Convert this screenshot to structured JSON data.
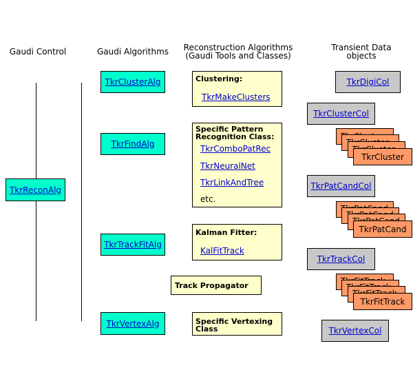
{
  "headers": {
    "gaudi_control": "Gaudi Control",
    "gaudi_algorithms": "Gaudi Algorithms",
    "recon_line1": "Reconstruction Algorithms",
    "recon_line2": "(Gaudi Tools and Classes)",
    "transient_line1": "Transient Data",
    "transient_line2": "objects"
  },
  "control": {
    "label": "TkrReconAlg"
  },
  "algorithms": [
    {
      "label": "TkrClusterAlg"
    },
    {
      "label": "TkrFindAlg"
    },
    {
      "label": "TkrTrackFitAlg"
    },
    {
      "label": "TkrVertexAlg"
    }
  ],
  "tools": {
    "clustering": {
      "title": "Clustering:",
      "items": [
        "TkrMakeClusters"
      ]
    },
    "pattern": {
      "title_line1": "Specific Pattern",
      "title_line2": "Recognition Class:",
      "items": [
        "TkrComboPatRec",
        "TkrNeuralNet",
        "TkrLinkAndTree"
      ],
      "etc": "etc."
    },
    "kalman": {
      "title": "Kalman Fitter:",
      "items": [
        "KalFitTrack"
      ]
    },
    "propagator": {
      "title": "Track Propagator"
    },
    "vertexing": {
      "title_line1": "Specific Vertexing",
      "title_line2": "Class"
    }
  },
  "data_objects": {
    "digi_col": "TkrDigiCol",
    "cluster_col": "TkrClusterCol",
    "cluster_stack": [
      "TkrCluster",
      "TkrCluster",
      "TkrCluster",
      "TkrCluster"
    ],
    "patcand_col": "TkrPatCandCol",
    "patcand_stack": [
      "TkrPatCand",
      "TkrPatCand",
      "TkrPatCand",
      "TkrPatCand"
    ],
    "track_col": "TkrTrackCol",
    "fittrack_stack": [
      "TkrFitTrack",
      "TkrFitTrack",
      "TkrFitTrack",
      "TkrFitTrack"
    ],
    "vertex_col": "TkrVertexCol"
  }
}
